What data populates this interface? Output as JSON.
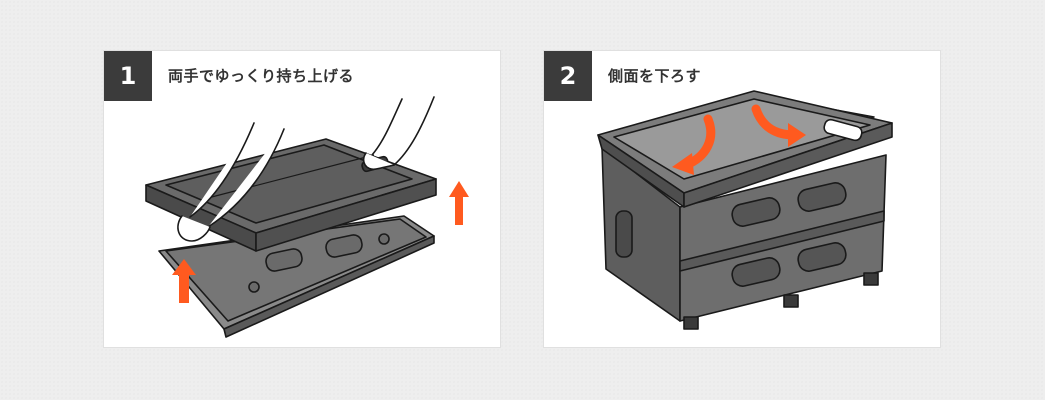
{
  "steps": [
    {
      "number": "1",
      "title": "両手でゆっくり持ち上げる"
    },
    {
      "number": "2",
      "title": "側面を下ろす"
    }
  ],
  "colors": {
    "badge": "#3b3b3b",
    "arrow": "#ff5a1f",
    "box_dark": "#5a5a5a",
    "box_mid": "#6e6e6e",
    "outline": "#1a1a1a"
  },
  "icons": {
    "step1_lift_arrow": "arrow-up-icon",
    "step2_fold_arrow": "curved-arrow-icon"
  }
}
